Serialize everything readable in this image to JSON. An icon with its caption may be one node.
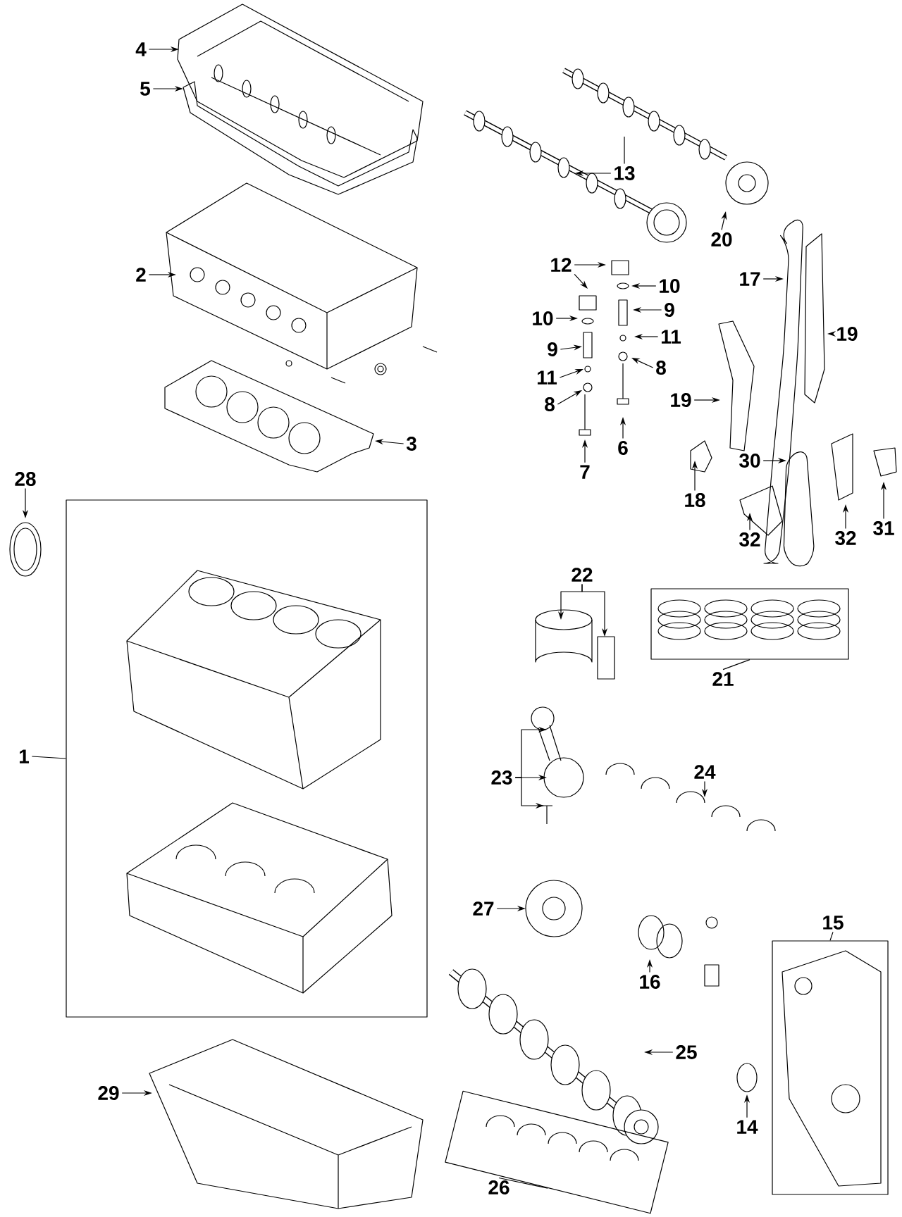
{
  "diagram": {
    "nodes": [
      {
        "text": [
          "4"
        ]
      },
      {
        "text": [
          "5"
        ]
      },
      {
        "text": [
          "13"
        ]
      },
      {
        "text": [
          "20"
        ]
      },
      {
        "text": [
          "2"
        ]
      },
      {
        "text": [
          "12"
        ]
      },
      {
        "text": [
          "10"
        ]
      },
      {
        "text": [
          "17"
        ]
      },
      {
        "text": [
          "10"
        ]
      },
      {
        "text": [
          "9"
        ]
      },
      {
        "text": [
          "19"
        ]
      },
      {
        "text": [
          "9"
        ]
      },
      {
        "text": [
          "11"
        ]
      },
      {
        "text": [
          "11"
        ]
      },
      {
        "text": [
          "8"
        ]
      },
      {
        "text": [
          "8"
        ]
      },
      {
        "text": [
          "19"
        ]
      },
      {
        "text": [
          "3"
        ]
      },
      {
        "text": [
          "6"
        ]
      },
      {
        "text": [
          "7"
        ]
      },
      {
        "text": [
          "28"
        ]
      },
      {
        "text": [
          "18"
        ]
      },
      {
        "text": [
          "30"
        ]
      },
      {
        "text": [
          "32"
        ]
      },
      {
        "text": [
          "32"
        ]
      },
      {
        "text": [
          "31"
        ]
      },
      {
        "text": [
          "22"
        ]
      },
      {
        "text": [
          "21"
        ]
      },
      {
        "text": [
          "1"
        ]
      },
      {
        "text": [
          "23"
        ]
      },
      {
        "text": [
          "24"
        ]
      },
      {
        "text": [
          "27"
        ]
      },
      {
        "text": [
          "15"
        ]
      },
      {
        "text": [
          "16"
        ]
      },
      {
        "text": [
          "25"
        ]
      },
      {
        "text": [
          "29"
        ]
      },
      {
        "text": [
          "14"
        ]
      },
      {
        "text": [
          "26"
        ]
      },
      {
        "text": [],
        "shape": "box"
      },
      {
        "text": [],
        "shape": "box"
      },
      {
        "text": [],
        "shape": "box"
      },
      {
        "text": [],
        "shape": "box"
      }
    ],
    "edges": [
      {
        "from": 0,
        "to": null,
        "arrow": "to"
      },
      {
        "from": 1,
        "to": null,
        "arrow": "to"
      },
      {
        "from": 2,
        "to": null,
        "arrow": "to"
      },
      {
        "from": 2,
        "to": null,
        "arrow": "none"
      },
      {
        "from": 3,
        "to": null,
        "arrow": "to"
      },
      {
        "from": 4,
        "to": null,
        "arrow": "to"
      },
      {
        "from": 5,
        "to": null,
        "arrow": "to"
      },
      {
        "from": 5,
        "to": null,
        "arrow": "to"
      },
      {
        "from": 6,
        "to": null,
        "arrow": "to"
      },
      {
        "from": 7,
        "to": null,
        "arrow": "to"
      },
      {
        "from": 8,
        "to": null,
        "arrow": "to"
      },
      {
        "from": 9,
        "to": null,
        "arrow": "to"
      },
      {
        "from": 10,
        "to": null,
        "arrow": "to"
      },
      {
        "from": 11,
        "to": null,
        "arrow": "to"
      },
      {
        "from": 12,
        "to": null,
        "arrow": "to"
      },
      {
        "from": 13,
        "to": null,
        "arrow": "to"
      },
      {
        "from": 14,
        "to": null,
        "arrow": "to"
      },
      {
        "from": 15,
        "to": null,
        "arrow": "to"
      },
      {
        "from": 16,
        "to": null,
        "arrow": "to"
      },
      {
        "from": 17,
        "to": null,
        "arrow": "to"
      },
      {
        "from": 18,
        "to": null,
        "arrow": "to"
      },
      {
        "from": 19,
        "to": null,
        "arrow": "to"
      },
      {
        "from": 20,
        "to": null,
        "arrow": "to"
      },
      {
        "from": 21,
        "to": null,
        "arrow": "to"
      },
      {
        "from": 22,
        "to": null,
        "arrow": "to"
      },
      {
        "from": 23,
        "to": null,
        "arrow": "to"
      },
      {
        "from": 24,
        "to": null,
        "arrow": "to"
      },
      {
        "from": 25,
        "to": null,
        "arrow": "to"
      },
      {
        "from": 26,
        "to": null,
        "arrow": "to"
      },
      {
        "from": 26,
        "to": null,
        "arrow": "to"
      },
      {
        "from": 27,
        "to": 39,
        "arrow": "none"
      },
      {
        "from": 28,
        "to": 38,
        "arrow": "none"
      },
      {
        "from": 29,
        "to": null,
        "arrow": "to"
      },
      {
        "from": 29,
        "to": null,
        "arrow": "to"
      },
      {
        "from": 29,
        "to": null,
        "arrow": "to"
      },
      {
        "from": 30,
        "to": null,
        "arrow": "to"
      },
      {
        "from": 31,
        "to": null,
        "arrow": "to"
      },
      {
        "from": 32,
        "to": 40,
        "arrow": "none"
      },
      {
        "from": 33,
        "to": null,
        "arrow": "to"
      },
      {
        "from": 34,
        "to": null,
        "arrow": "to"
      },
      {
        "from": 35,
        "to": null,
        "arrow": "to"
      },
      {
        "from": 36,
        "to": null,
        "arrow": "to"
      },
      {
        "from": 37,
        "to": 41,
        "arrow": "none"
      }
    ]
  }
}
